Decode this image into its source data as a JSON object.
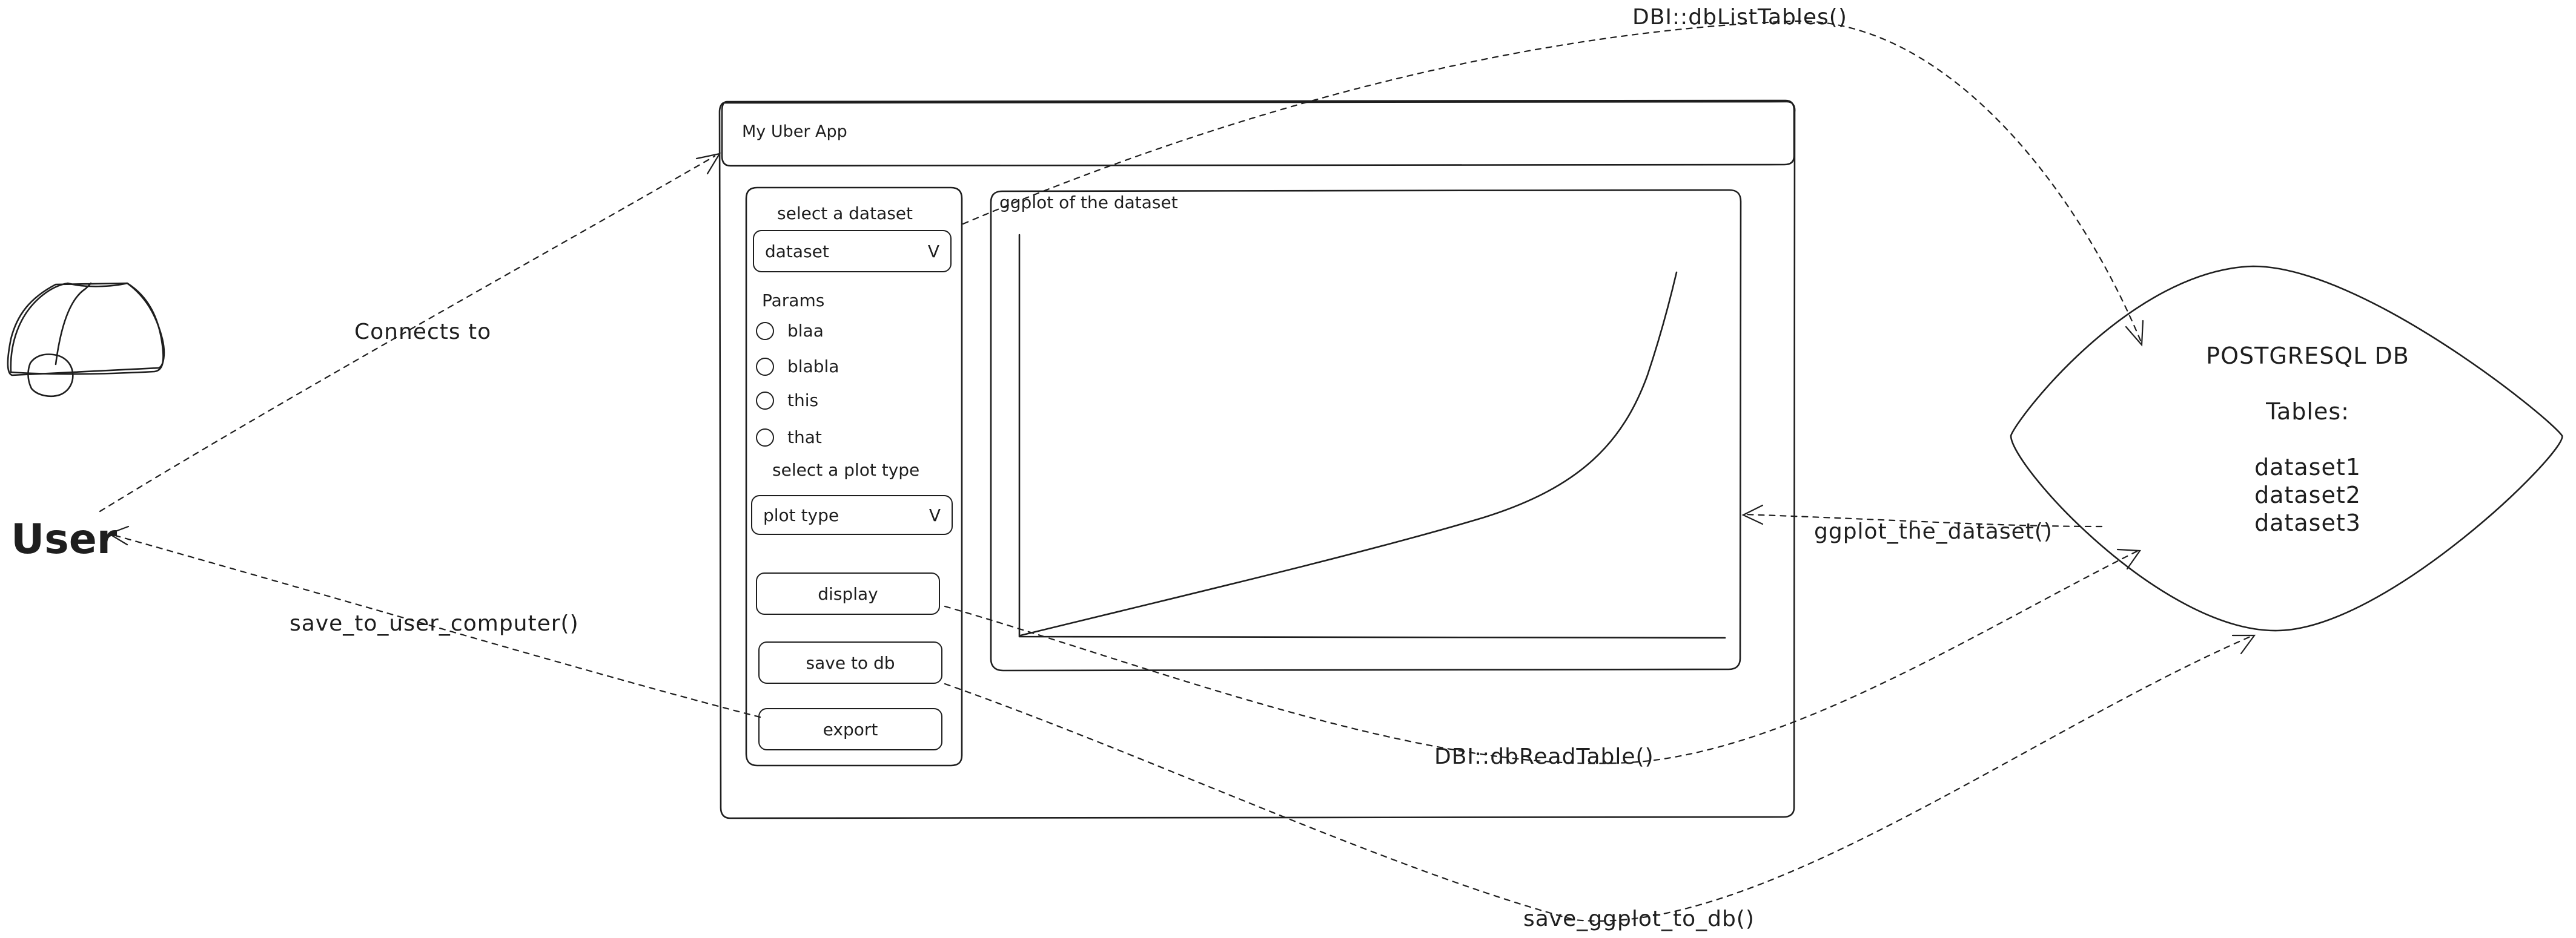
{
  "user": {
    "label": "User"
  },
  "app": {
    "title": "My Uber App",
    "sidebar": {
      "dataset_label": "select a dataset",
      "dataset_value": "dataset",
      "select_caret": "V",
      "params_label": "Params",
      "params": [
        "blaa",
        "blabla",
        "this",
        "that"
      ],
      "plot_type_label": "select a plot type",
      "plot_type_value": "plot type",
      "buttons": {
        "display": "display",
        "save": "save to db",
        "export": "export"
      }
    },
    "plot": {
      "title": "ggplot of the dataset"
    }
  },
  "database": {
    "title": "POSTGRESQL DB",
    "tables_label": "Tables:",
    "tables": [
      "dataset1",
      "dataset2",
      "dataset3"
    ]
  },
  "edges": {
    "connects_to": "Connects to",
    "list_tables": "DBI::dbListTables()",
    "ggplot_dataset": "ggplot_the_dataset()",
    "save_user": "save_to_user_computer()",
    "read_table": "DBI::dbReadTable()",
    "save_db": "save_ggplot_to_db()"
  }
}
